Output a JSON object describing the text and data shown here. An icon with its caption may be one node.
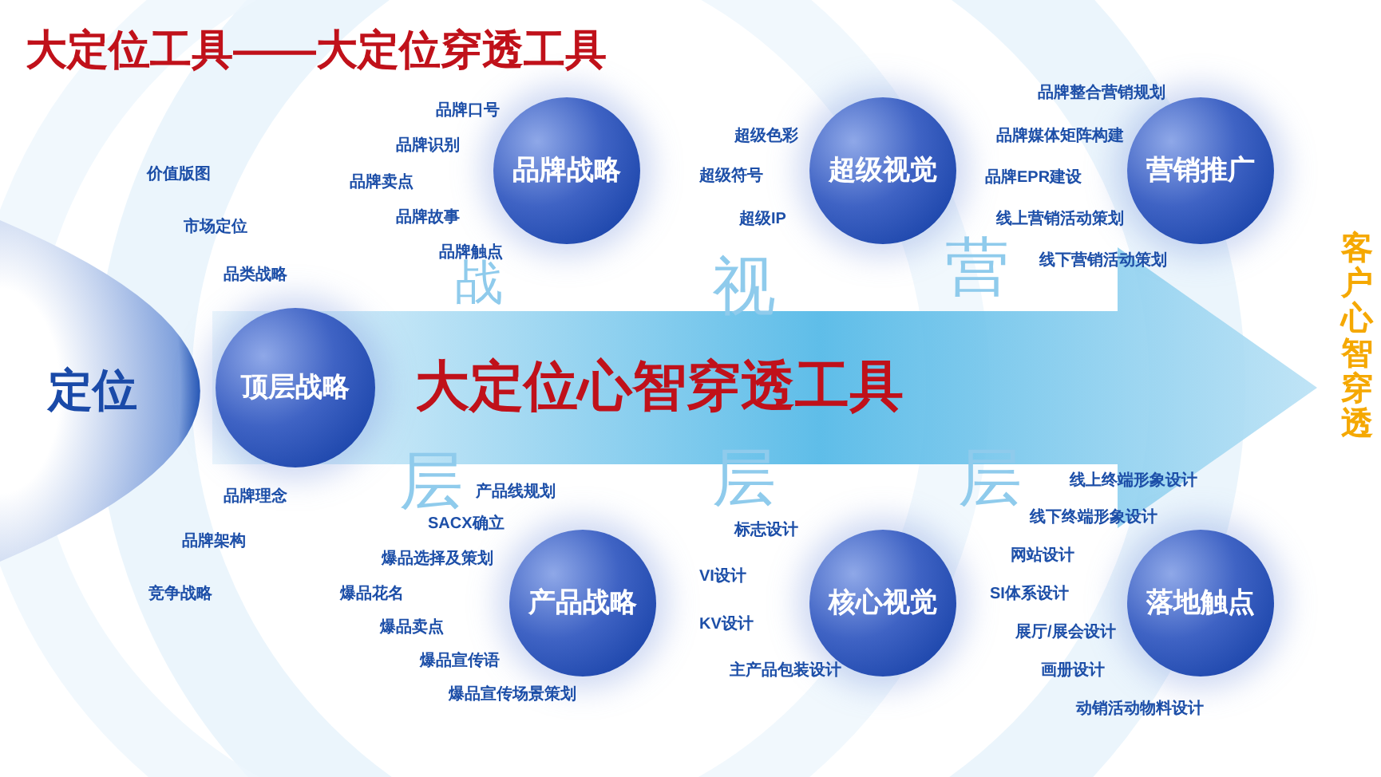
{
  "diagram": {
    "title": "大定位工具——大定位穿透工具",
    "nodes": [
      {
        "text": [
          "定位"
        ]
      },
      {
        "text": [
          "大定位心智穿透工具"
        ]
      },
      {
        "text": [
          "顶层战略"
        ],
        "in": 1
      },
      {
        "text": [
          "品牌战略"
        ]
      },
      {
        "text": [
          "产品战略"
        ]
      },
      {
        "text": [
          "超级视觉"
        ]
      },
      {
        "text": [
          "核心视觉"
        ]
      },
      {
        "text": [
          "营销推广"
        ]
      },
      {
        "text": [
          "落地触点"
        ]
      }
    ],
    "labels": [
      "价值版图",
      "市场定位",
      "品类战略",
      "品牌口号",
      "品牌识别",
      "品牌卖点",
      "品牌故事",
      "品牌触点",
      "超级色彩",
      "超级符号",
      "超级IP",
      "品牌整合营销规划",
      "品牌媒体矩阵构建",
      "品牌EPR建设",
      "线上营销活动策划",
      "线下营销活动策划",
      "战",
      "层",
      "视",
      "层",
      "营",
      "层",
      "客户心智穿透",
      "品牌理念",
      "品牌架构",
      "竞争战略",
      "产品线规划",
      "SACX确立",
      "爆品选择及策划",
      "爆品花名",
      "爆品卖点",
      "爆品宣传语",
      "爆品宣传场景策划",
      "标志设计",
      "VI设计",
      "KV设计",
      "主产品包装设计",
      "线上终端形象设计",
      "线下终端形象设计",
      "网站设计",
      "SI体系设计",
      "展厅/展会设计",
      "画册设计",
      "动销活动物料设计"
    ]
  }
}
